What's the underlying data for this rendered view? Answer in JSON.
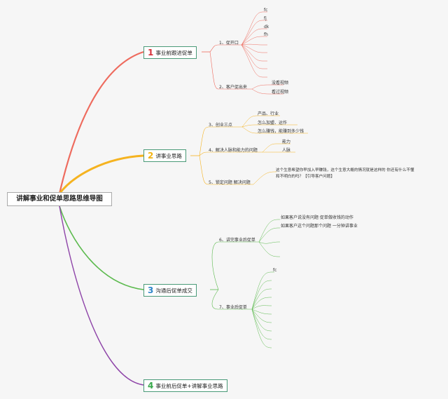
{
  "root": {
    "label": "讲解事业和促单思路思维导图"
  },
  "branches": [
    {
      "num": "1",
      "label": "事业前跟进促单",
      "color": "#ee6b5e"
    },
    {
      "num": "2",
      "label": "讲事业思路",
      "color": "#f5b320"
    },
    {
      "num": "3",
      "label": "沟通后促单成交",
      "color": "#5cba4e"
    },
    {
      "num": "4",
      "label": "事业前后促单+讲解事业思路",
      "color": "#8e44a8"
    }
  ],
  "topics": [
    {
      "label": "1、促开口"
    },
    {
      "label": "2、客户促出来"
    },
    {
      "label": "3、创业三点"
    },
    {
      "label": "4、解决人脉和能力的问题"
    },
    {
      "label": "5、锁定问题 解决问题"
    },
    {
      "label": "6、讲完事业后促单"
    },
    {
      "label": "7、事业后促单"
    }
  ],
  "leaves": {
    "t1": [
      "fc",
      "fj",
      "dk",
      "fh"
    ],
    "t2": [
      "没看视频",
      "看过视频"
    ],
    "t3": [
      "产品、行业",
      "怎么加盟、运作",
      "怎么赚钱，能赚到多少钱"
    ],
    "t4": [
      "能力",
      "人脉"
    ],
    "t5_line1": "这个生意希望你早加入早赚钱，这个生意大概的情况就是这样的 你还有什么不懂",
    "t5_line2": "和不明白的吗？【引导客户问题】",
    "t6": [
      "如果客户说没有问题 促单做收钱的动作",
      "如果客户这个问题那个问题 一分钟讲事业"
    ],
    "t7": [
      "fc"
    ]
  }
}
